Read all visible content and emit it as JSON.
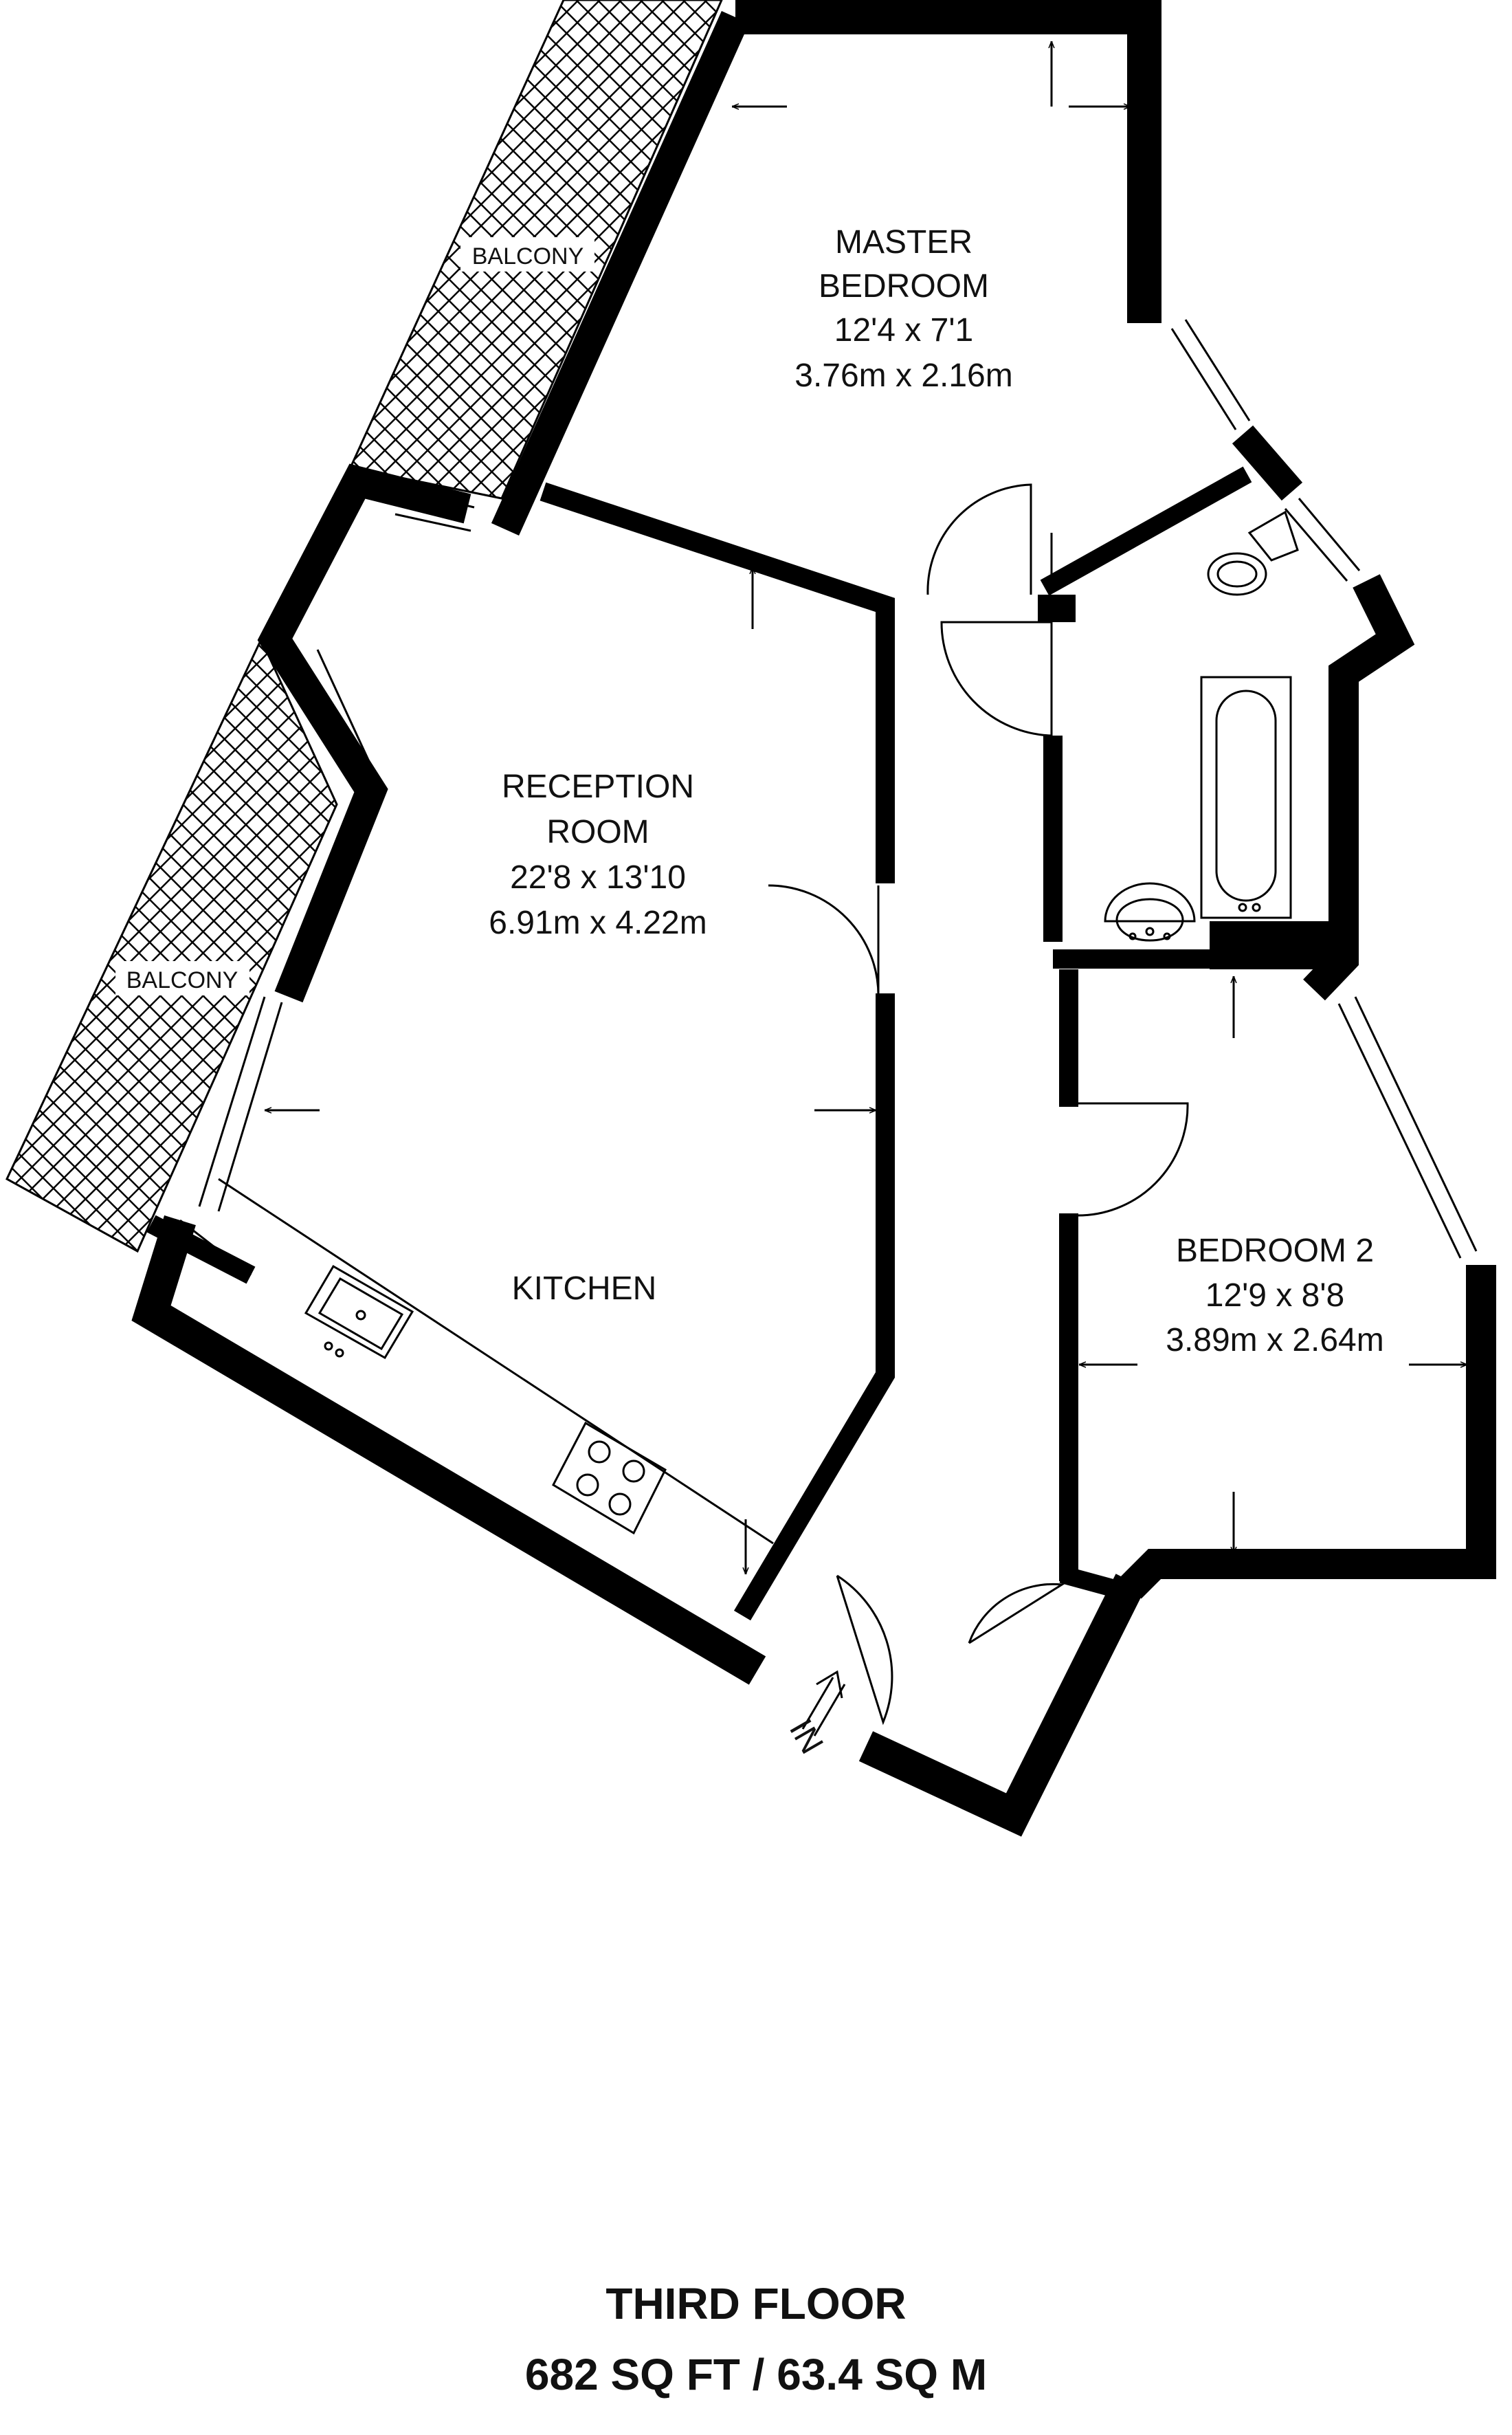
{
  "rooms": {
    "master_bedroom": {
      "name_line1": "MASTER",
      "name_line2": "BEDROOM",
      "imperial": "12'4 x 7'1",
      "metric": "3.76m x 2.16m"
    },
    "reception": {
      "name_line1": "RECEPTION",
      "name_line2": "ROOM",
      "imperial": "22'8 x 13'10",
      "metric": "6.91m x 4.22m"
    },
    "kitchen": {
      "name": "KITCHEN"
    },
    "bedroom2": {
      "name": "BEDROOM 2",
      "imperial": "12'9 x 8'8",
      "metric": "3.89m x 2.64m"
    }
  },
  "balconies": {
    "upper": "BALCONY",
    "lower": "BALCONY"
  },
  "entrance": {
    "label": "IN"
  },
  "footer": {
    "floor": "THIRD FLOOR",
    "area": "682 SQ FT / 63.4 SQ M"
  },
  "colors": {
    "wall": "#000000",
    "background": "#ffffff",
    "text": "#111111"
  },
  "icons": [
    "balcony-hatch",
    "door-swing",
    "kitchen-sink-icon",
    "hob-icon",
    "bathtub-icon",
    "toilet-icon",
    "washbasin-icon",
    "entrance-arrow-icon",
    "dimension-arrow-icon"
  ]
}
